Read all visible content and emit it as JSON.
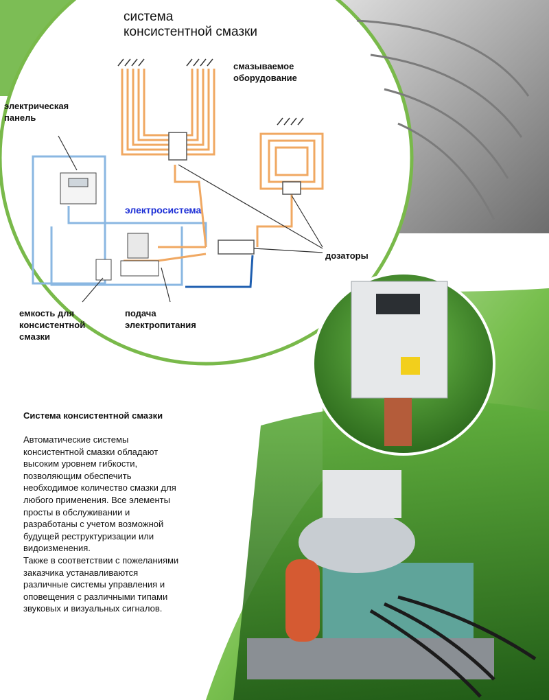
{
  "diagram": {
    "title_line1": "система",
    "title_line2": "консистентной смазки",
    "labels": {
      "lubricated_equipment_1": "смазываемое",
      "lubricated_equipment_2": "оборудование",
      "electric_panel_1": "электрическая",
      "electric_panel_2": "панель",
      "electric_system": "электросистема",
      "dispensers": "дозаторы",
      "grease_tank_1": "емкость для",
      "grease_tank_2": "консистентной",
      "grease_tank_3": "смазки",
      "power_supply_1": "подача",
      "power_supply_2": "электропитания"
    }
  },
  "article": {
    "title": "Система консистентной смазки",
    "body": "Автоматические системы\nконсистентной смазки обладают\nвысоким уровнем гибкости,\nпозволяющим обеспечить\nнеобходимое количество смазки для\nлюбого применения. Все элементы\nпросты в обслуживании и\nразработаны с учетом возможной\nбудущей реструктуризации или\nвидоизменения.\nТакже в соответствии с пожеланиями\nзаказчика устанавливаются\nразличные системы управления и\nоповещения с различными типами\nзвуковых и визуальных сигналов."
  },
  "colors": {
    "green_dark": "#2f6e1f",
    "green_light": "#8fcf63",
    "orange_pipe": "#f0a862",
    "blue_wire": "#8ab7e2",
    "label_blue": "#1d2fd6"
  }
}
